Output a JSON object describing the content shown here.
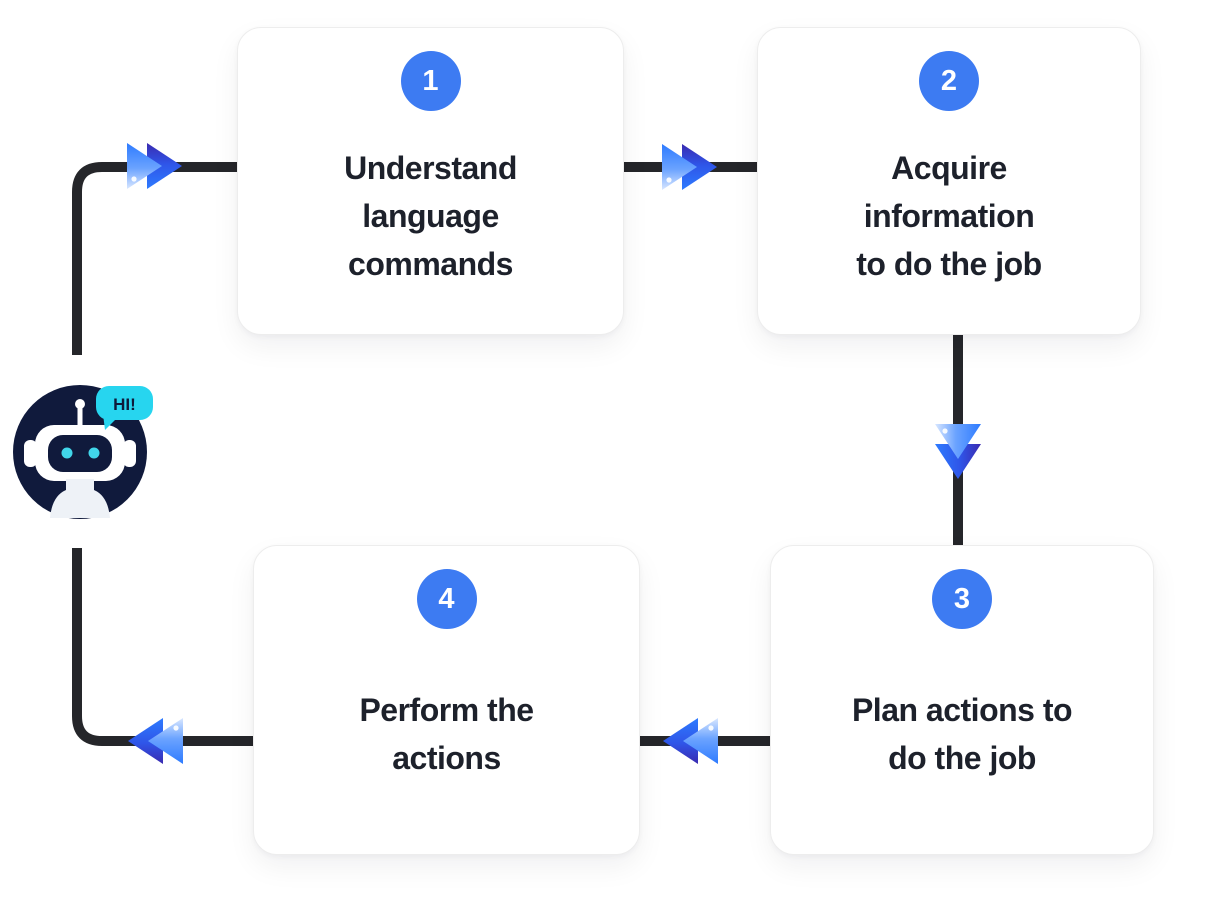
{
  "diagram": {
    "type": "flowchart-cycle",
    "robot": {
      "bubble_text": "HI!"
    },
    "steps": [
      {
        "number": "1",
        "label": "Understand\nlanguage\ncommands"
      },
      {
        "number": "2",
        "label": "Acquire\ninformation\nto do the job"
      },
      {
        "number": "3",
        "label": "Plan actions to\ndo the job"
      },
      {
        "number": "4",
        "label": "Perform the\nactions"
      }
    ],
    "connectors": [
      {
        "from": "robot",
        "to": "step-1",
        "arrow": "fast-forward-right"
      },
      {
        "from": "step-1",
        "to": "step-2",
        "arrow": "fast-forward-right"
      },
      {
        "from": "step-2",
        "to": "step-3",
        "arrow": "fast-forward-down"
      },
      {
        "from": "step-3",
        "to": "step-4",
        "arrow": "rewind-left"
      },
      {
        "from": "step-4",
        "to": "robot",
        "arrow": "rewind-left"
      }
    ],
    "icons": [
      "robot-icon",
      "speech-bubble",
      "fast-forward-right-icon",
      "fast-forward-down-icon",
      "rewind-left-icon"
    ],
    "colors": {
      "badge_blue": "#3d7bf2",
      "line_black": "#25262a",
      "arrow_blue": "#2e7bff",
      "arrow_indigo": "#3a2bb0",
      "arrow_light": "#d9e7ff",
      "bubble_cyan": "#27d5ef",
      "robot_navy": "#101a3c",
      "eye_cyan": "#41d6ea",
      "text_dark": "#1d212b",
      "card_bg": "#ffffff",
      "card_border": "#ededed"
    }
  }
}
